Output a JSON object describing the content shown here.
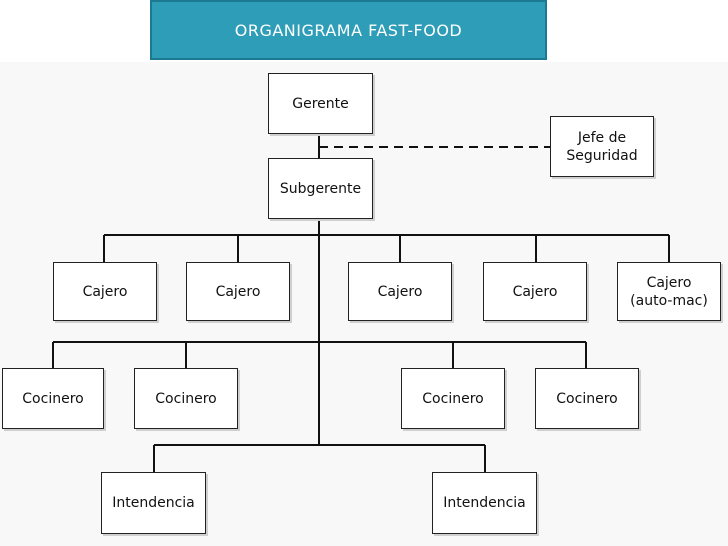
{
  "title": "ORGANIGRAMA FAST-FOOD",
  "nodes": {
    "gerente": "Gerente",
    "jefe_seguridad": "Jefe de\nSeguridad",
    "subgerente": "Subgerente",
    "cajero_1": "Cajero",
    "cajero_2": "Cajero",
    "cajero_3": "Cajero",
    "cajero_4": "Cajero",
    "cajero_automac": "Cajero\n(auto-mac)",
    "cocinero_1": "Cocinero",
    "cocinero_2": "Cocinero",
    "cocinero_3": "Cocinero",
    "cocinero_4": "Cocinero",
    "intendencia_1": "Intendencia",
    "intendencia_2": "Intendencia"
  },
  "colors": {
    "title_bg": "#2e9db7",
    "title_border": "#1b7a91",
    "line": "#111111"
  }
}
